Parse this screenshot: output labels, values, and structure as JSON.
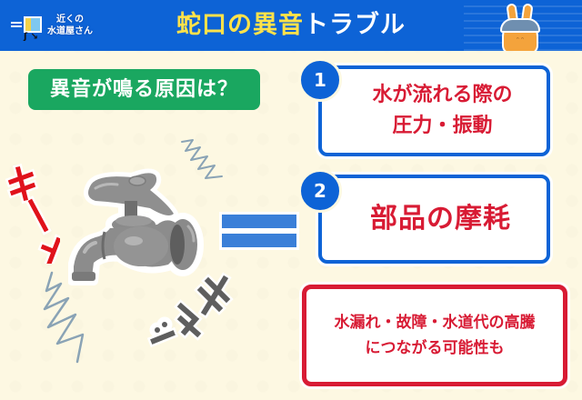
{
  "header": {
    "title_highlight": "蛇口の異音",
    "title_rest": "トラブル",
    "logo": {
      "line1": "近くの",
      "line2": "水道屋さん",
      "icon": "running-box-mascot-icon"
    },
    "mascot_icon": "rabbit-plumber-mascot-icon",
    "colors": {
      "background": "#0d63d6",
      "title_highlight": "#ffe24a",
      "title_rest": "#ffffff"
    }
  },
  "question": {
    "label": "異音が鳴る原因は？",
    "color": "#1aa760"
  },
  "illustration": {
    "faucet_icon": "faucet-icon",
    "sound_effects": [
      "キーン",
      "キュッ"
    ],
    "vibration_icons": [
      "squiggle-icon",
      "squiggle-icon"
    ],
    "equals_icon": "equals-icon"
  },
  "causes": [
    {
      "number": "1",
      "line1": "水が流れる際の",
      "line2": "圧力・振動"
    },
    {
      "number": "2",
      "line1": "部品の摩耗"
    }
  ],
  "warning": {
    "line1": "水漏れ・故障・水道代の高騰",
    "line2": "につながる可能性も"
  },
  "colors": {
    "accent_blue": "#0d63d6",
    "accent_red": "#d81b34",
    "background": "#fdf8e2",
    "equals_blue": "#3a7fd8"
  }
}
